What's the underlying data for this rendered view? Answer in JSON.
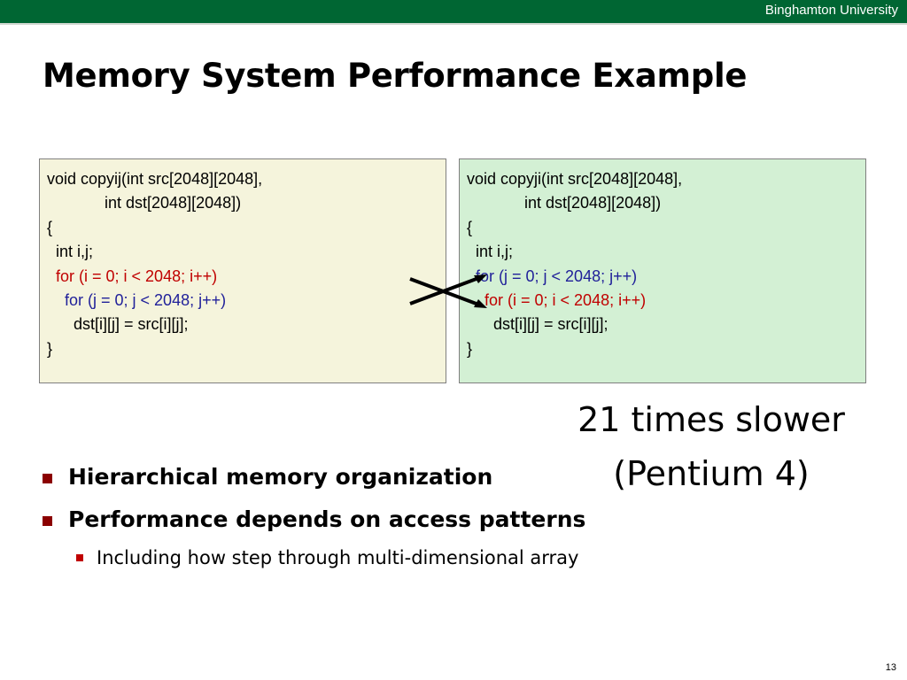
{
  "header": {
    "university": "Binghamton University"
  },
  "slide": {
    "title": "Memory System Performance Example",
    "page_number": "13"
  },
  "code_left": {
    "lines": [
      "void copyij(int src[2048][2048],",
      "             int dst[2048][2048])",
      "{",
      "  int i,j;",
      "  for (i = 0; i < 2048; i++)",
      "    for (j = 0; j < 2048; j++)",
      "      dst[i][j] = src[i][j];",
      "}"
    ]
  },
  "code_right": {
    "lines": [
      "void copyji(int src[2048][2048],",
      "             int dst[2048][2048])",
      "{",
      "  int i,j;",
      "  for (j = 0; j < 2048; j++)",
      "    for (i = 0; i < 2048; i++)",
      "      dst[i][j] = src[i][j];",
      "}"
    ]
  },
  "comparison": {
    "line1": "21 times slower",
    "line2": "(Pentium 4)"
  },
  "bullets": [
    "Hierarchical memory organization",
    "Performance depends on access patterns"
  ],
  "sub_bullets": [
    "Including how step through multi-dimensional array"
  ],
  "colors": {
    "header_green": "#006633",
    "outer_loop_red": "#c00000",
    "inner_loop_blue": "#1f1f99",
    "left_box_bg": "#f5f4dc",
    "right_box_bg": "#d3f0d4"
  }
}
